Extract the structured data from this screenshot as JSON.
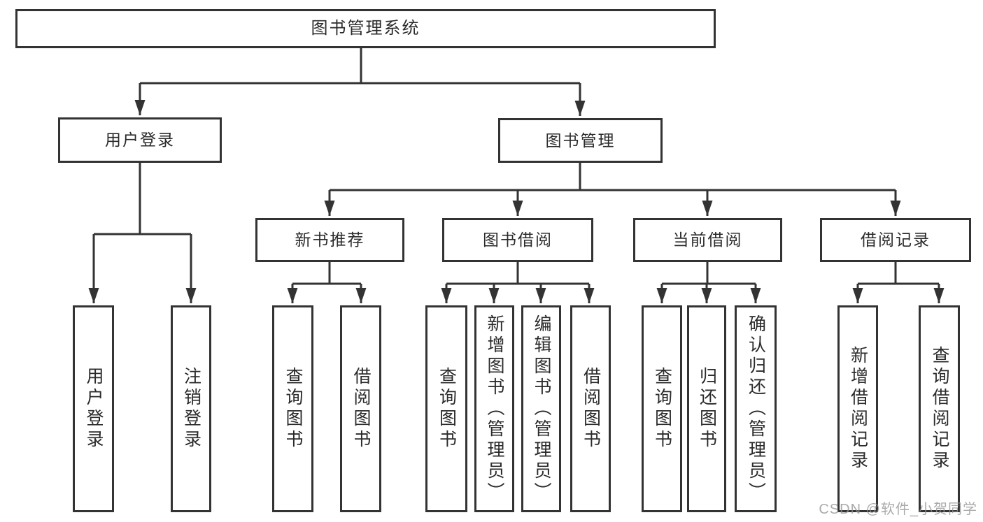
{
  "colors": {
    "line": "#333333",
    "text": "#2b2b2b",
    "background": "#ffffff",
    "watermark": "#969696"
  },
  "watermark": "CSDN @软件_小贺同学",
  "tree": {
    "label": "图书管理系统",
    "children": [
      {
        "label": "用户登录",
        "children": [
          {
            "label": "用户登录"
          },
          {
            "label": "注销登录"
          }
        ]
      },
      {
        "label": "图书管理",
        "children": [
          {
            "label": "新书推荐",
            "children": [
              {
                "label": "查询图书"
              },
              {
                "label": "借阅图书"
              }
            ]
          },
          {
            "label": "图书借阅",
            "children": [
              {
                "label": "查询图书"
              },
              {
                "label": "新增图书（管理员）"
              },
              {
                "label": "编辑图书（管理员）"
              },
              {
                "label": "借阅图书"
              }
            ]
          },
          {
            "label": "当前借阅",
            "children": [
              {
                "label": "查询图书"
              },
              {
                "label": "归还图书"
              },
              {
                "label": "确认归还（管理员）"
              }
            ]
          },
          {
            "label": "借阅记录",
            "children": [
              {
                "label": "新增借阅记录"
              },
              {
                "label": "查询借阅记录"
              }
            ]
          }
        ]
      }
    ]
  }
}
